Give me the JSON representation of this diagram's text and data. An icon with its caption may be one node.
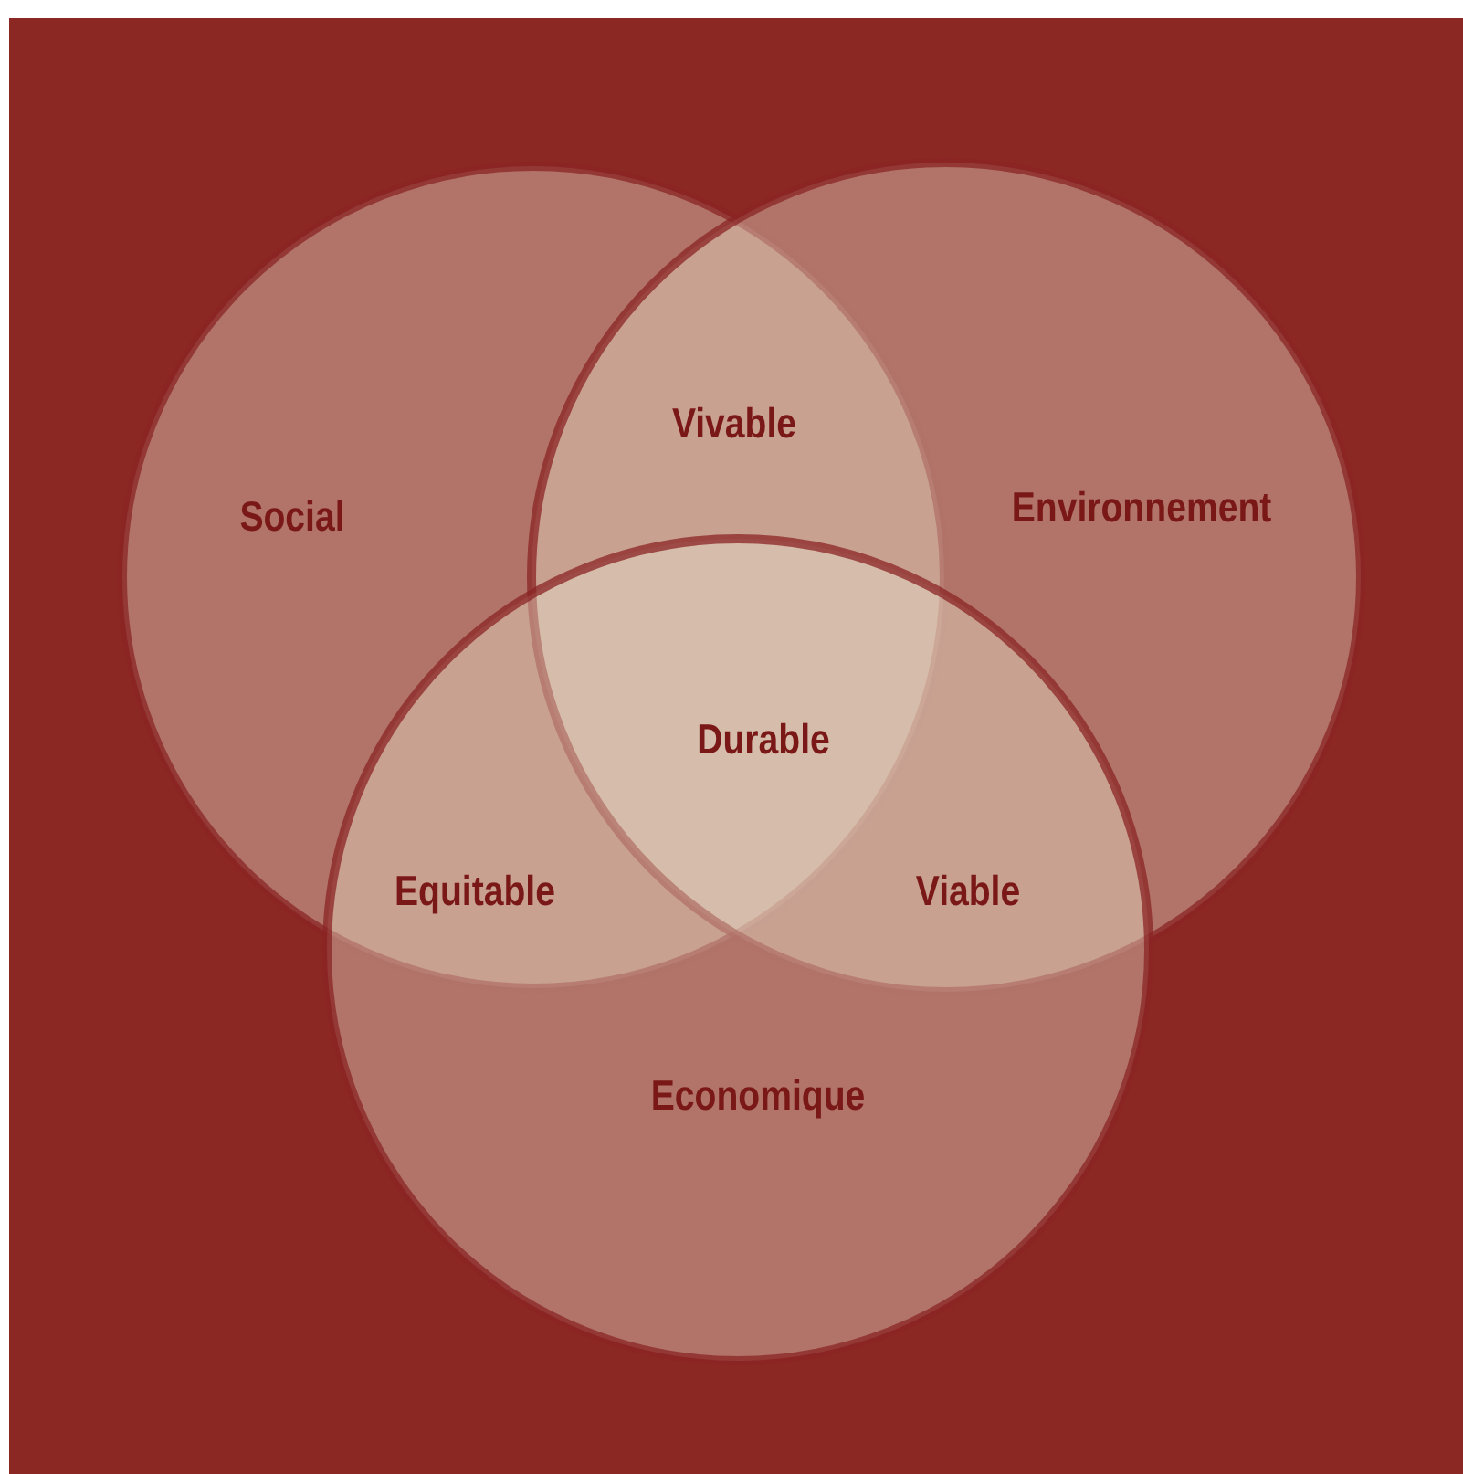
{
  "diagram": {
    "nodes": [
      {
        "text": [
          "Social"
        ]
      },
      {
        "text": [
          "Environnement"
        ]
      },
      {
        "text": [
          "Economique"
        ]
      }
    ],
    "labels": [
      "Vivable",
      "Durable",
      "Equitable",
      "Viable"
    ]
  }
}
